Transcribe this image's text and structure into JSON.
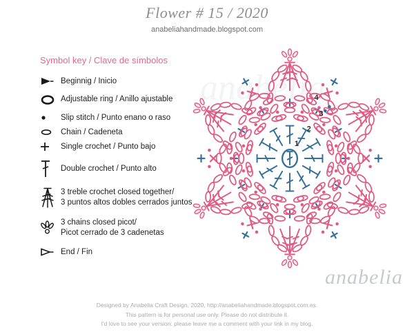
{
  "header": {
    "title": "Flower # 15 / 2020",
    "subtitle": "anabeliahandmade.blogspot.com"
  },
  "symbol_key": {
    "heading": "Symbol key / Clave de símbolos",
    "items": [
      {
        "label": "Beginnig / Inicio"
      },
      {
        "label": "Adjustable ring / Anillo ajustable"
      },
      {
        "label": "Slip stitch / Punto enano o raso"
      },
      {
        "label": "Chain / Cadeneta"
      },
      {
        "label": "Single crochet / Punto bajo"
      },
      {
        "label": "Double crochet / Punto alto"
      },
      {
        "label": "3 treble crochet closed together/",
        "label2": "3 puntos altos dobles cerrados juntos"
      },
      {
        "label": "3 chains closed picot/",
        "label2": "Picot cerrado de 3 cadenetas"
      },
      {
        "label": "End / Fin"
      }
    ]
  },
  "diagram": {
    "rounds": [
      "1",
      "2",
      "3",
      "4"
    ],
    "colors": {
      "pink": "#e05a84",
      "blue": "#35709b"
    }
  },
  "watermark": "anabelia",
  "footer": {
    "lines": [
      "Designed by Anabelia Craft Design, 2020, http://anabeliahandmade.blogspot.com.es.",
      "This pattern is for personal use only. Please do not distribute it.",
      "I'd love to see your version: please leave me a comment with your link in my blog."
    ]
  }
}
